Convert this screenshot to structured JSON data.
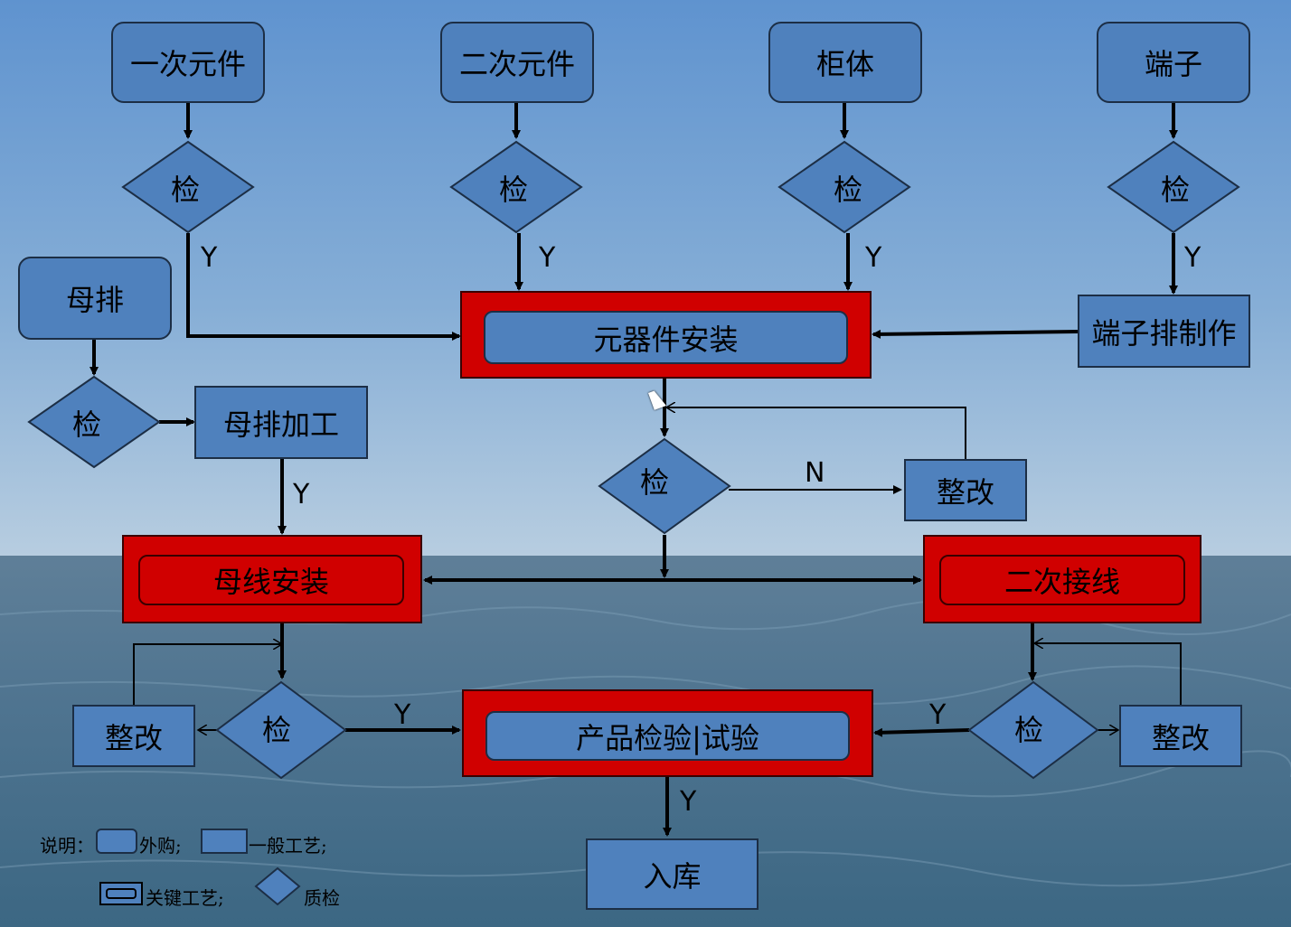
{
  "nodes": {
    "primary_component": "一次元件",
    "secondary_component": "二次元件",
    "cabinet": "柜体",
    "terminal": "端子",
    "busbar": "母排",
    "busbar_processing": "母排加工",
    "component_installation": "元器件安装",
    "terminal_strip_making": "端子排制作",
    "rectify_top": "整改",
    "busbar_installation": "母线安装",
    "secondary_wiring": "二次接线",
    "rectify_left": "整改",
    "rectify_right": "整改",
    "product_test": "产品检验|试验",
    "warehousing": "入库"
  },
  "inspection_label": "检",
  "edge_labels": {
    "yes": "Y",
    "no": "N"
  },
  "legend": {
    "prefix": "说明：",
    "purchased": "外购;",
    "general_process": "一般工艺;",
    "key_process": "关键工艺;",
    "quality_check": "质检"
  },
  "colors": {
    "node_blue": "#4f81bd",
    "key_red": "#d00000",
    "line": "#000000"
  }
}
